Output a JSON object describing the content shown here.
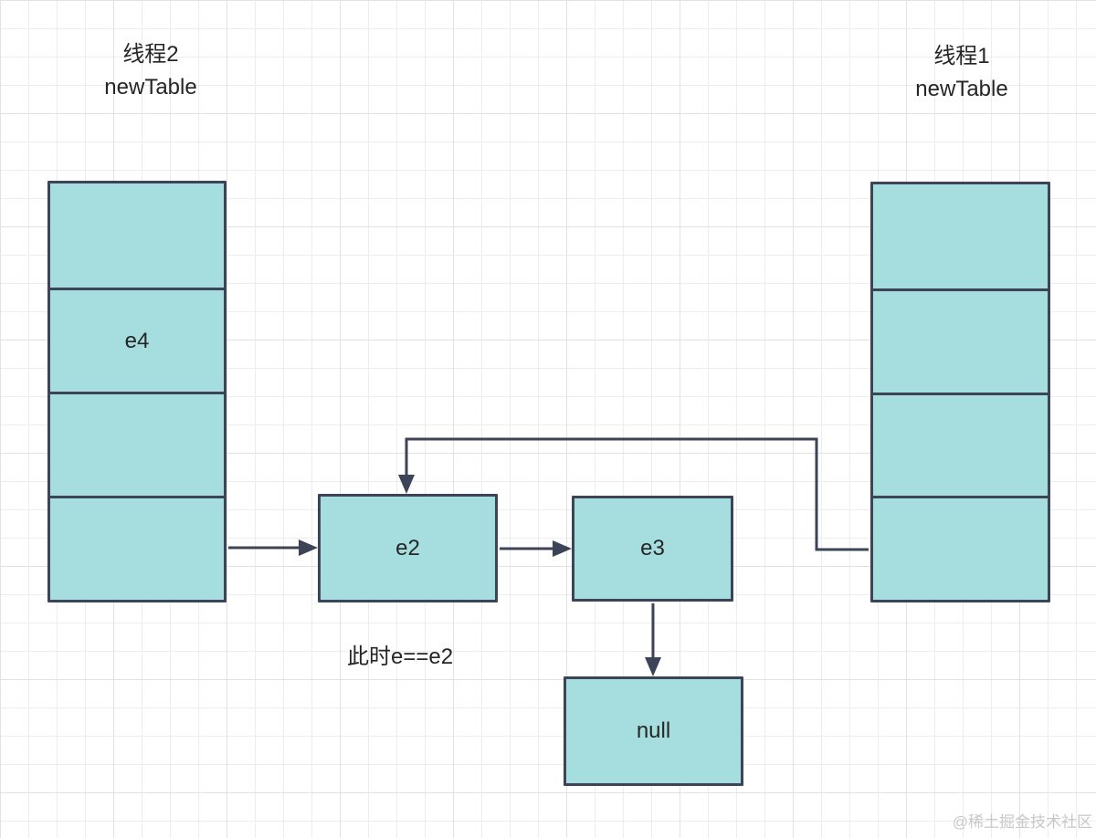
{
  "colors": {
    "bg": "#ffffff",
    "grid_minor": "#ededed",
    "grid_major": "#e2e2e2",
    "box_fill": "#a6dedf",
    "box_border": "#3d4457",
    "arrow": "#3d4457",
    "text": "#262626",
    "watermark": "#c8c8c8"
  },
  "left_group": {
    "title_line1": "线程2",
    "title_line2": "newTable",
    "cells": [
      "",
      "e4",
      "",
      ""
    ]
  },
  "right_group": {
    "title_line1": "线程1",
    "title_line2": "newTable",
    "cells": [
      "",
      "",
      "",
      ""
    ]
  },
  "nodes": {
    "e2": {
      "label": "e2"
    },
    "e3": {
      "label": "e3"
    },
    "null_node": {
      "label": "null"
    }
  },
  "annotation": {
    "text": "此时e==e2"
  },
  "watermark": {
    "text": "@稀土掘金技术社区"
  }
}
